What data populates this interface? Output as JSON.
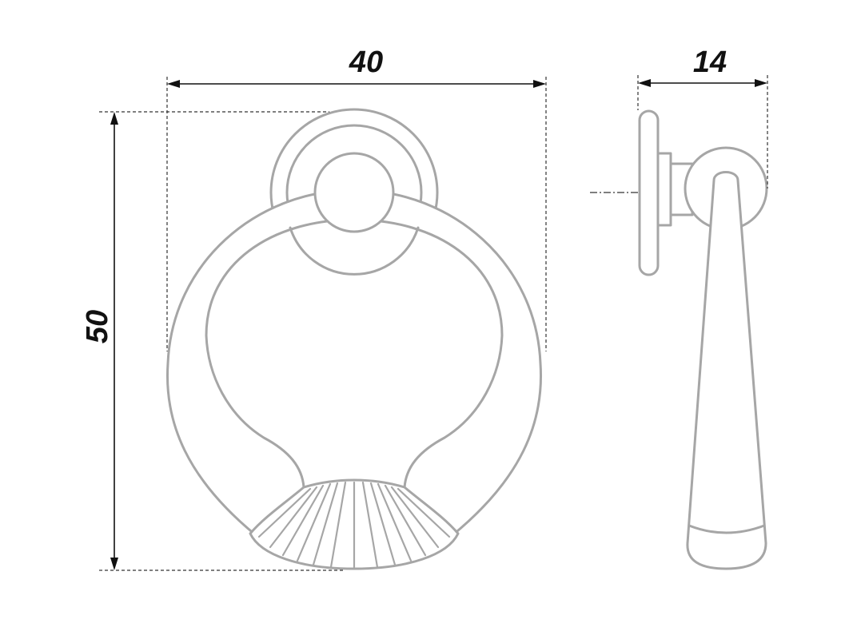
{
  "dimensions": {
    "front_width": "40",
    "overall_height": "50",
    "side_depth": "14"
  },
  "colors": {
    "outline": "#a6a6a6",
    "dimension": "#111111",
    "background": "#ffffff"
  },
  "views": [
    "front-view",
    "side-view"
  ]
}
